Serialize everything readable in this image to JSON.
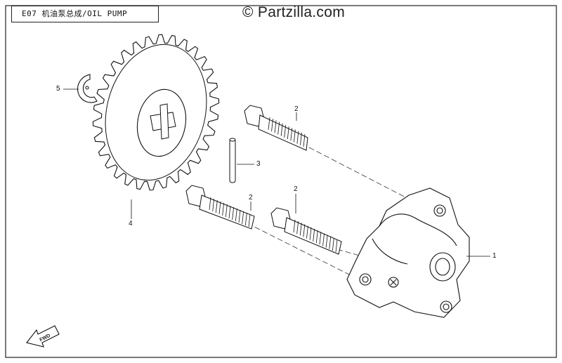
{
  "header": {
    "title": "E07  机油泵总成/OIL PUMP"
  },
  "watermark": "© Partzilla.com",
  "callouts": [
    {
      "label": "1"
    },
    {
      "label": "2"
    },
    {
      "label": "2"
    },
    {
      "label": "2"
    },
    {
      "label": "3"
    },
    {
      "label": "4"
    },
    {
      "label": "5"
    }
  ],
  "direction_arrow": {
    "label": "FWD"
  }
}
